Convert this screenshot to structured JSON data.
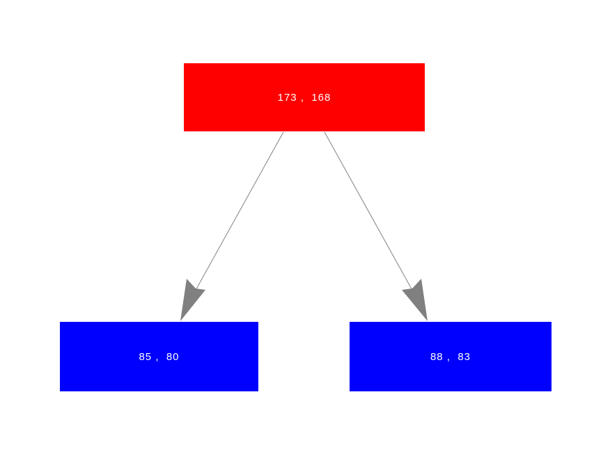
{
  "diagram": {
    "type": "tree",
    "background": "#ffffff",
    "edge_color": "#808080",
    "arrow_color": "#808080",
    "nodes": [
      {
        "id": "root",
        "label": "173 ,  168",
        "values": [
          173,
          168
        ],
        "fill": "#ff0000",
        "text_color": "#ffffff"
      },
      {
        "id": "left-child",
        "label": "85 ,  80",
        "values": [
          85,
          80
        ],
        "fill": "#0000ff",
        "text_color": "#ffffff"
      },
      {
        "id": "right-child",
        "label": "88 ,  83",
        "values": [
          88,
          83
        ],
        "fill": "#0000ff",
        "text_color": "#ffffff"
      }
    ],
    "edges": [
      {
        "from": "root",
        "to": "left-child"
      },
      {
        "from": "root",
        "to": "right-child"
      }
    ]
  }
}
